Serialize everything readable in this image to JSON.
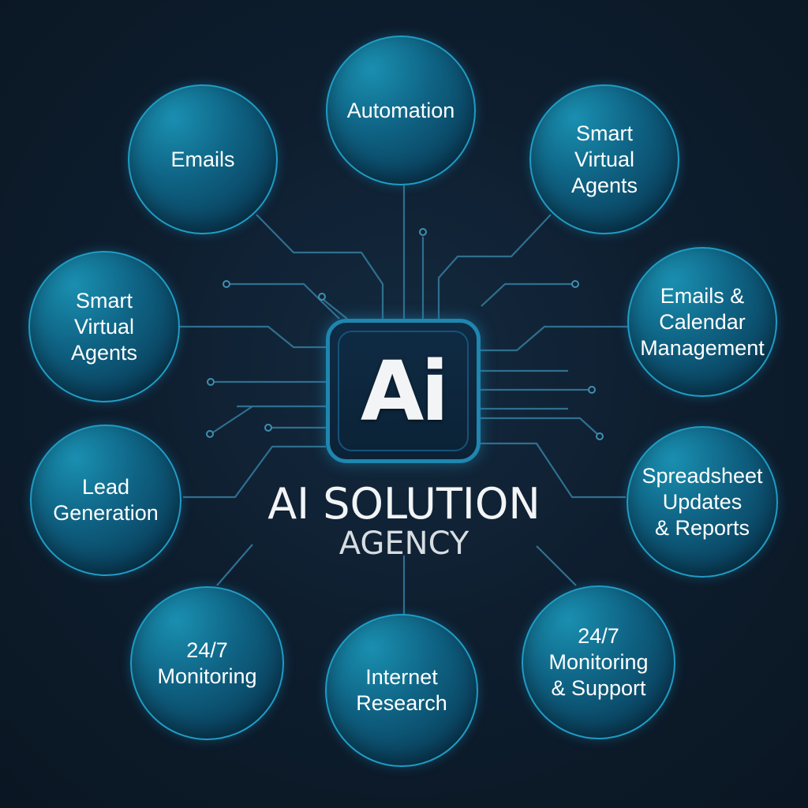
{
  "center": {
    "logo_text": "Ai",
    "title": "AI SOLUTION",
    "subtitle": "AGENCY"
  },
  "nodes": [
    {
      "id": "automation",
      "label": "Automation"
    },
    {
      "id": "emails",
      "label": "Emails"
    },
    {
      "id": "smart-virtual-agents-right",
      "label": "Smart\nVirtual\nAgents"
    },
    {
      "id": "smart-virtual-agents-left",
      "label": "Smart\nVirtual\nAgents"
    },
    {
      "id": "emails-calendar",
      "label": "Emails &\nCalendar\nManagement"
    },
    {
      "id": "lead-generation",
      "label": "Lead\nGeneration"
    },
    {
      "id": "spreadsheet",
      "label": "Spreadsheet\nUpdates\n& Reports"
    },
    {
      "id": "monitoring",
      "label": "24/7\nMonitoring"
    },
    {
      "id": "internet-research",
      "label": "Internet\nResearch"
    },
    {
      "id": "monitoring-support",
      "label": "24/7\nMonitoring\n& Support"
    }
  ],
  "colors": {
    "background": "#0e1e2f",
    "node_fill": "#0f6384",
    "node_border": "#1f9cc4",
    "line": "#2f6f8f",
    "text": "#ffffff"
  }
}
